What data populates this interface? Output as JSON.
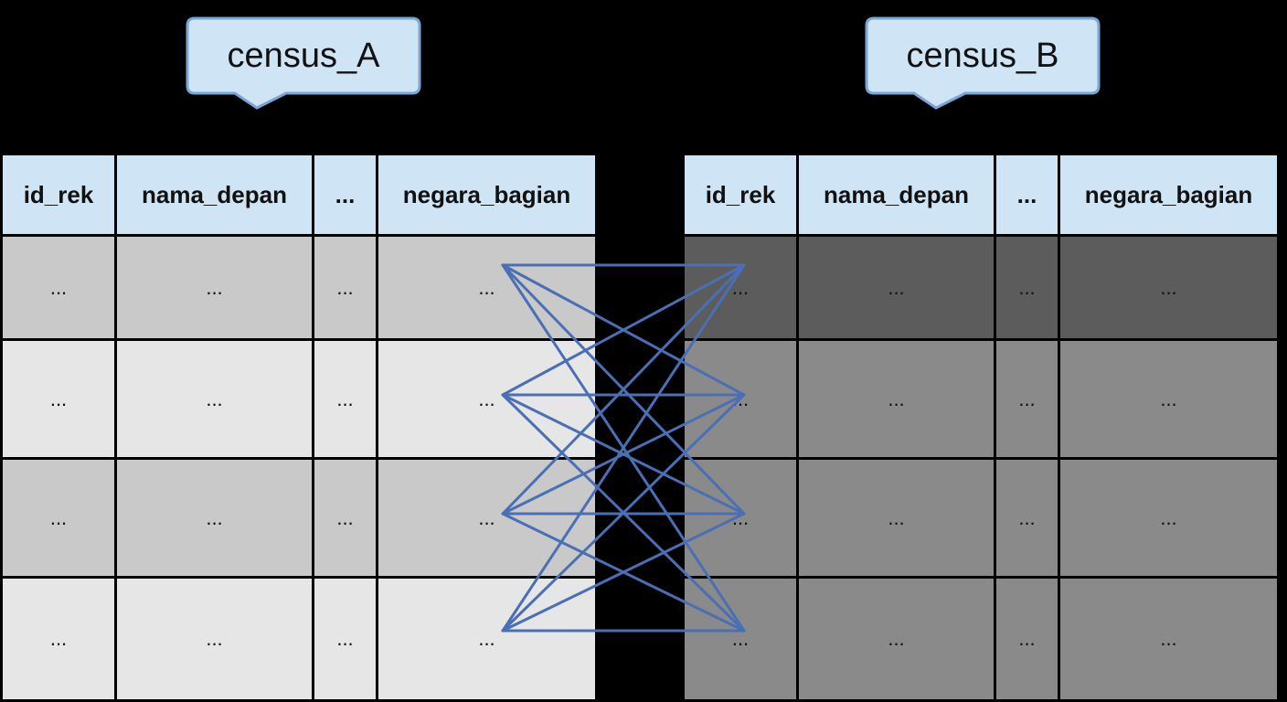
{
  "callouts": {
    "left": "census_A",
    "right": "census_B"
  },
  "colors": {
    "callout_fill": "#cfe4f4",
    "callout_border": "#7aa6d6",
    "link_line": "#4a6fb5"
  },
  "tables": {
    "a": {
      "headers": [
        "id_rek",
        "nama_depan",
        "...",
        "negara_bagian"
      ],
      "rows": [
        [
          "...",
          "...",
          "...",
          "..."
        ],
        [
          "...",
          "...",
          "...",
          "..."
        ],
        [
          "...",
          "...",
          "...",
          "..."
        ],
        [
          "...",
          "...",
          "...",
          "..."
        ]
      ]
    },
    "b": {
      "headers": [
        "id_rek",
        "nama_depan",
        "...",
        "negara_bagian"
      ],
      "rows": [
        [
          "...",
          "...",
          "...",
          "..."
        ],
        [
          "...",
          "...",
          "...",
          "..."
        ],
        [
          "...",
          "...",
          "...",
          "..."
        ],
        [
          "...",
          "...",
          "...",
          "..."
        ]
      ]
    }
  },
  "links": {
    "description_pairs": "every row of census_A connected to every row of census_B",
    "count_left": 4,
    "count_right": 4
  }
}
